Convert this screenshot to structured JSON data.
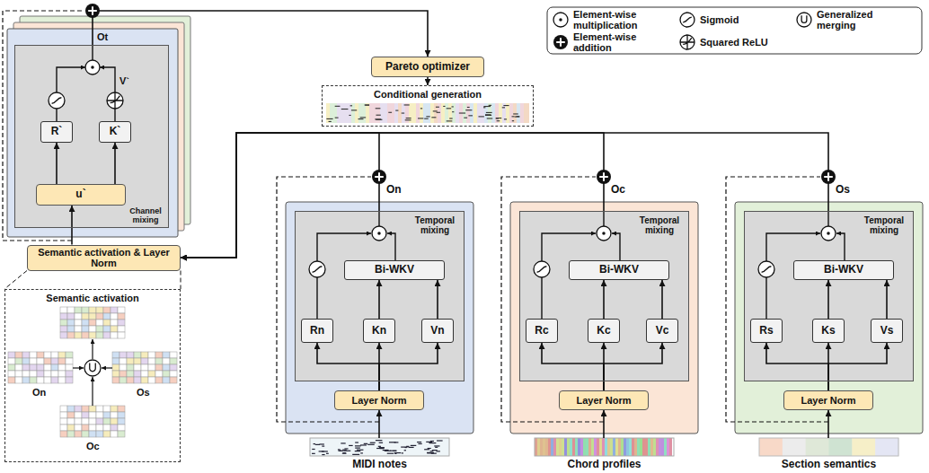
{
  "diagram": {
    "nodes": [
      {
        "text": [
          "Channel mixing"
        ]
      },
      {
        "text": [
          "u`"
        ],
        "in": 0
      },
      {
        "text": [
          "R`"
        ],
        "in": 0
      },
      {
        "text": [
          "K`"
        ],
        "in": 0
      },
      {
        "text": [
          "Pareto optimizer"
        ]
      },
      {
        "text": [
          "Conditional generation"
        ]
      },
      {
        "text": [
          "Semantic activation & Layer Norm"
        ]
      },
      {
        "text": [
          "Semantic activation"
        ]
      },
      {
        "text": [
          "Temporal mixing"
        ]
      },
      {
        "text": [
          "Bi-WKV"
        ],
        "in": 8
      },
      {
        "text": [
          "Rn"
        ],
        "in": 8
      },
      {
        "text": [
          "Kn"
        ],
        "in": 8
      },
      {
        "text": [
          "Vn"
        ],
        "in": 8
      },
      {
        "text": [
          "Layer Norm"
        ]
      },
      {
        "text": [
          "MIDI notes"
        ]
      },
      {
        "text": [
          "Temporal mixing"
        ]
      },
      {
        "text": [
          "Bi-WKV"
        ],
        "in": 15
      },
      {
        "text": [
          "Rc"
        ],
        "in": 15
      },
      {
        "text": [
          "Kc"
        ],
        "in": 15
      },
      {
        "text": [
          "Vc"
        ],
        "in": 15
      },
      {
        "text": [
          "Layer Norm"
        ]
      },
      {
        "text": [
          "Chord profiles"
        ]
      },
      {
        "text": [
          "Temporal mixing"
        ]
      },
      {
        "text": [
          "Bi-WKV"
        ],
        "in": 22
      },
      {
        "text": [
          "Rs"
        ],
        "in": 22
      },
      {
        "text": [
          "Ks"
        ],
        "in": 22
      },
      {
        "text": [
          "Vs"
        ],
        "in": 22
      },
      {
        "text": [
          "Layer Norm"
        ]
      },
      {
        "text": [
          "Section semantics"
        ]
      }
    ],
    "edges": [
      {
        "from": 1,
        "to": 2,
        "arrow": "to"
      },
      {
        "from": 1,
        "to": 3,
        "arrow": "to"
      },
      {
        "from": 0,
        "to": 4,
        "arrow": "to"
      },
      {
        "from": 4,
        "to": 5,
        "arrow": "to"
      },
      {
        "from": 6,
        "to": 1,
        "arrow": "to"
      },
      {
        "from": 8,
        "to": 6,
        "arrow": "to"
      },
      {
        "from": 15,
        "to": 6,
        "arrow": "to"
      },
      {
        "from": 22,
        "to": 6,
        "arrow": "to"
      },
      {
        "from": 13,
        "to": 10,
        "arrow": "to"
      },
      {
        "from": 13,
        "to": 11,
        "arrow": "to"
      },
      {
        "from": 13,
        "to": 12,
        "arrow": "to"
      },
      {
        "from": 11,
        "to": 9,
        "arrow": "to"
      },
      {
        "from": 12,
        "to": 9,
        "arrow": "to"
      },
      {
        "from": 14,
        "to": 13,
        "arrow": "to"
      },
      {
        "from": 20,
        "to": 17,
        "arrow": "to"
      },
      {
        "from": 20,
        "to": 18,
        "arrow": "to"
      },
      {
        "from": 20,
        "to": 19,
        "arrow": "to"
      },
      {
        "from": 18,
        "to": 16,
        "arrow": "to"
      },
      {
        "from": 19,
        "to": 16,
        "arrow": "to"
      },
      {
        "from": 21,
        "to": 20,
        "arrow": "to"
      },
      {
        "from": 27,
        "to": 24,
        "arrow": "to"
      },
      {
        "from": 27,
        "to": 25,
        "arrow": "to"
      },
      {
        "from": 27,
        "to": 26,
        "arrow": "to"
      },
      {
        "from": 25,
        "to": 23,
        "arrow": "to"
      },
      {
        "from": 26,
        "to": 23,
        "arrow": "to"
      },
      {
        "from": 28,
        "to": 27,
        "arrow": "to"
      }
    ],
    "labels": [
      "Ot",
      "V`",
      "On",
      "Oc",
      "Os",
      "On",
      "Os",
      "Oc"
    ],
    "legend": [
      {
        "text": "Element-wise multiplication"
      },
      {
        "text": "Sigmoid"
      },
      {
        "text": "Generalized merging"
      },
      {
        "text": "Element-wise addition"
      },
      {
        "text": "Squared ReLU"
      }
    ]
  }
}
